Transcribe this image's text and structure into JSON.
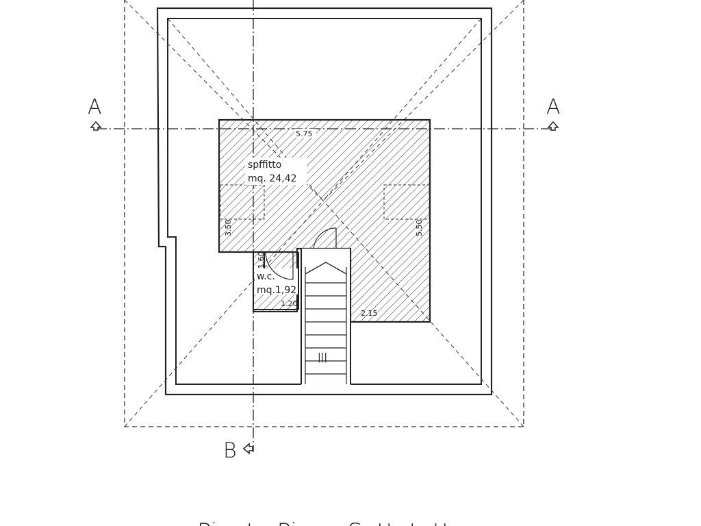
{
  "section_markers": {
    "a_left": "A",
    "a_right": "A",
    "b": "B"
  },
  "rooms": {
    "attic": {
      "name": "spffitto",
      "area": "mq. 24,42"
    },
    "wc": {
      "name": "w.c.",
      "area": "mq.1,92"
    }
  },
  "dimensions": {
    "width_top": "5.75",
    "height_left": "3.50",
    "height_right": "5.50",
    "wc_height": "1.60",
    "wc_width": "1.20",
    "bottom_right": "2.15"
  },
  "stair_mark": "|||",
  "drawing_title": "Pianta Piano Sottotetto",
  "colors": {
    "ink": "#222222",
    "background": "#ffffff"
  }
}
